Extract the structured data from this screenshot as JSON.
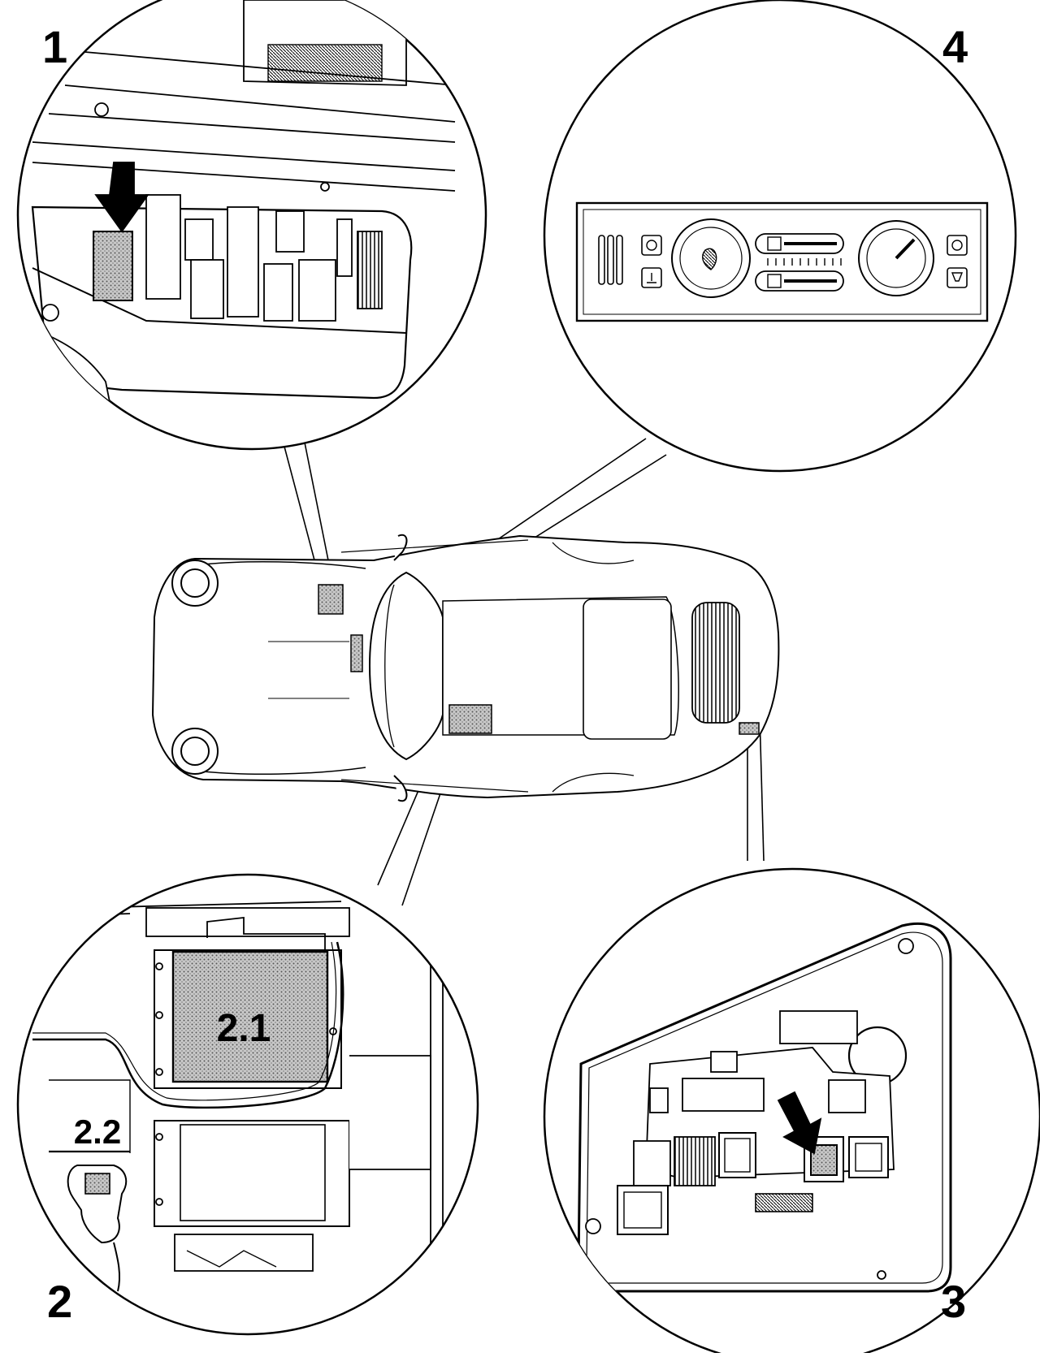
{
  "callouts": {
    "n1": "1",
    "n2": "2",
    "n3": "3",
    "n4": "4"
  },
  "labels": {
    "relay_2_1": "2.1",
    "relay_2_2": "2.2"
  },
  "colors": {
    "line": "#000000",
    "highlight": "#a9a9a9",
    "background": "#ffffff"
  }
}
